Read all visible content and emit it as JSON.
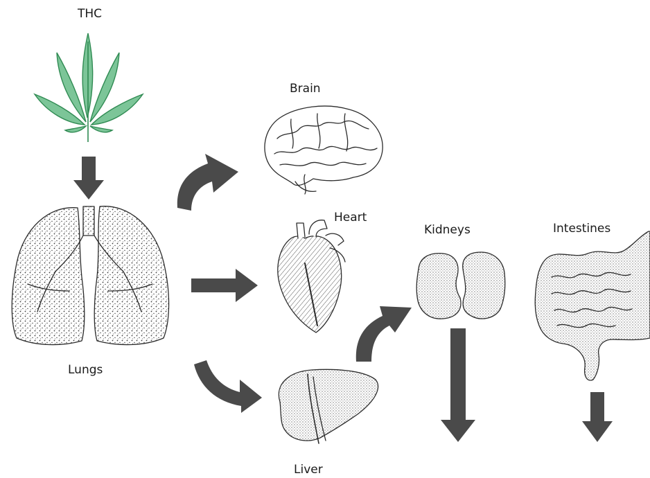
{
  "labels": {
    "thc": "THC",
    "brain": "Brain",
    "heart": "Heart",
    "kidneys": "Kidneys",
    "intestines": "Intestines",
    "lungs": "Lungs",
    "liver": "Liver"
  },
  "colors": {
    "leaf_fill": "#7cc598",
    "leaf_stroke": "#2f8a52",
    "arrow_fill": "#4a4a4a",
    "organ_stroke": "#2b2b2b",
    "organ_fill": "#ffffff",
    "stipple": "#3a3a3a"
  },
  "icons": {
    "source": "cannabis-leaf-icon",
    "organs": [
      "lungs-icon",
      "brain-icon",
      "heart-icon",
      "liver-icon",
      "kidneys-icon",
      "intestines-icon"
    ]
  }
}
